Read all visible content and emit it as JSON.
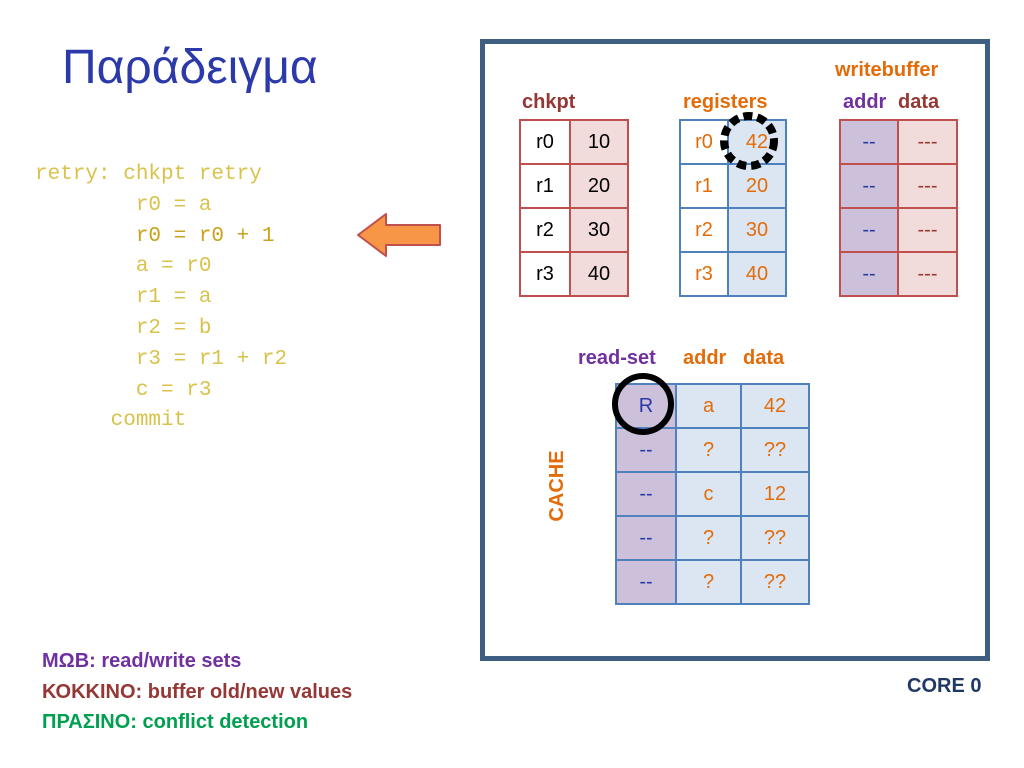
{
  "title": "Παράδειγμα",
  "code_lines": [
    "retry: chkpt retry",
    "        r0 = a",
    "        r0 = r0 + 1",
    "        a = r0",
    "        r1 = a",
    "        r2 = b",
    "        r3 = r1 + r2",
    "        c = r3",
    "      commit"
  ],
  "chkpt": {
    "label": "chkpt",
    "rows": [
      {
        "reg": "r0",
        "val": "10"
      },
      {
        "reg": "r1",
        "val": "20"
      },
      {
        "reg": "r2",
        "val": "30"
      },
      {
        "reg": "r3",
        "val": "40"
      }
    ]
  },
  "registers": {
    "label": "registers",
    "rows": [
      {
        "reg": "r0",
        "val": "42"
      },
      {
        "reg": "r1",
        "val": "20"
      },
      {
        "reg": "r2",
        "val": "30"
      },
      {
        "reg": "r3",
        "val": "40"
      }
    ]
  },
  "writebuffer": {
    "label": "writebuffer",
    "addr_label": "addr",
    "data_label": "data",
    "rows": [
      {
        "addr": "--",
        "data": "---"
      },
      {
        "addr": "--",
        "data": "---"
      },
      {
        "addr": "--",
        "data": "---"
      },
      {
        "addr": "--",
        "data": "---"
      }
    ]
  },
  "cache": {
    "side_label": "CACHE",
    "readset_label": "read-set",
    "addr_label": "addr",
    "data_label": "data",
    "rows": [
      {
        "rs": "R",
        "addr": "a",
        "data": "42"
      },
      {
        "rs": "--",
        "addr": "?",
        "data": "??"
      },
      {
        "rs": "--",
        "addr": "c",
        "data": "12"
      },
      {
        "rs": "--",
        "addr": "?",
        "data": "??"
      },
      {
        "rs": "--",
        "addr": "?",
        "data": "??"
      }
    ]
  },
  "core_label": "CORE 0",
  "legend": [
    {
      "text": "ΜΩΒ: read/write sets",
      "color": "#7030A0"
    },
    {
      "text": "ΚΟΚΚΙΝΟ: buffer old/new values",
      "color": "#953735"
    },
    {
      "text": "ΠΡΑΣΙΝΟ: conflict detection",
      "color": "#00A050"
    }
  ],
  "colors": {
    "title": "#2B3AA8",
    "code": "#D8C24A",
    "core_border": "#3F5F82",
    "red_label": "#953735",
    "orange_label": "#E36C09",
    "purple_label": "#7030A0",
    "red_fill": "#F2DCDB",
    "blue_fill": "#DCE6F2",
    "purple_fill": "#CCC0DA",
    "arrow_fill": "#F79646"
  }
}
